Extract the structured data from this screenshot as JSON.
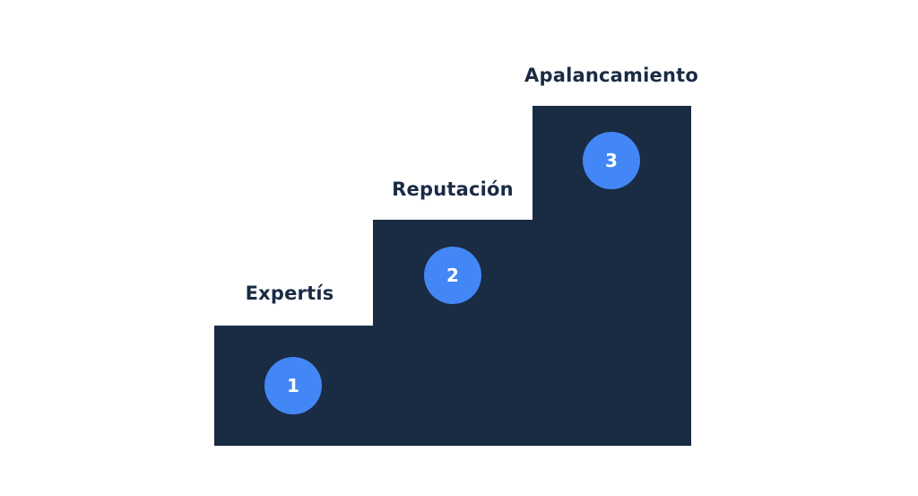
{
  "colors": {
    "step_fill": "#1a2b44",
    "badge_fill": "#4287f5",
    "label_text": "#1a2b44",
    "badge_text": "#ffffff"
  },
  "steps": [
    {
      "number": "1",
      "label": "Expertís"
    },
    {
      "number": "2",
      "label": "Reputación"
    },
    {
      "number": "3",
      "label": "Apalancamiento"
    }
  ]
}
